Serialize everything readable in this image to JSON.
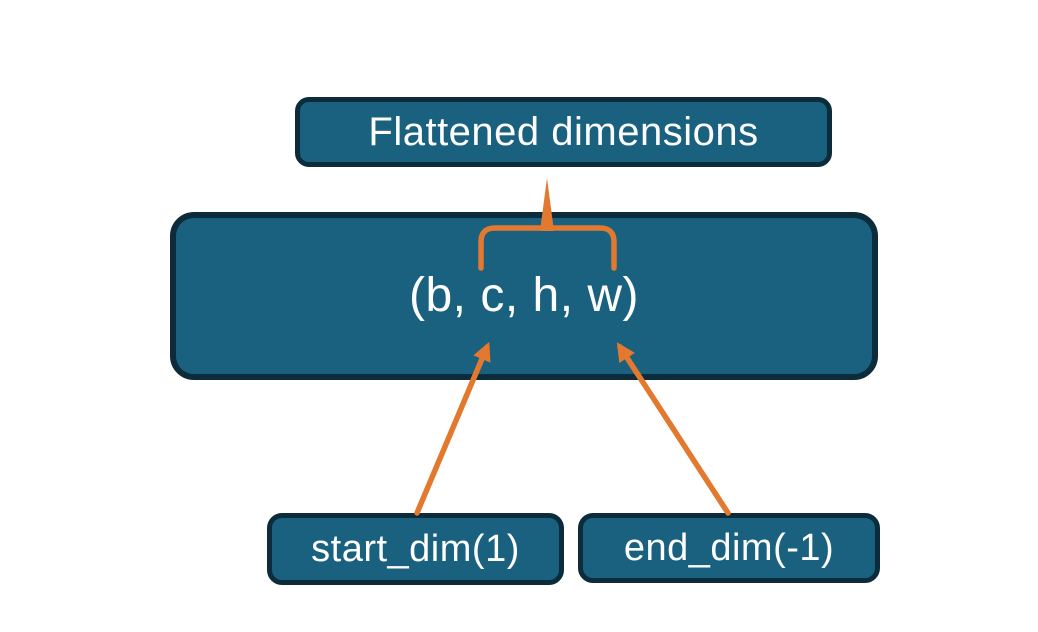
{
  "nodes": {
    "flattened": {
      "label": "Flattened dimensions"
    },
    "tuple": {
      "label": "(b, c, h, w)"
    },
    "start_dim": {
      "label": "start_dim(1)"
    },
    "end_dim": {
      "label": "end_dim(-1)"
    }
  },
  "colors": {
    "node_fill": "#1a617f",
    "node_border": "#0c2c3c",
    "node_text": "#fdfdfd",
    "connector": "#e2792e",
    "canvas_bg": "#ffffff"
  }
}
